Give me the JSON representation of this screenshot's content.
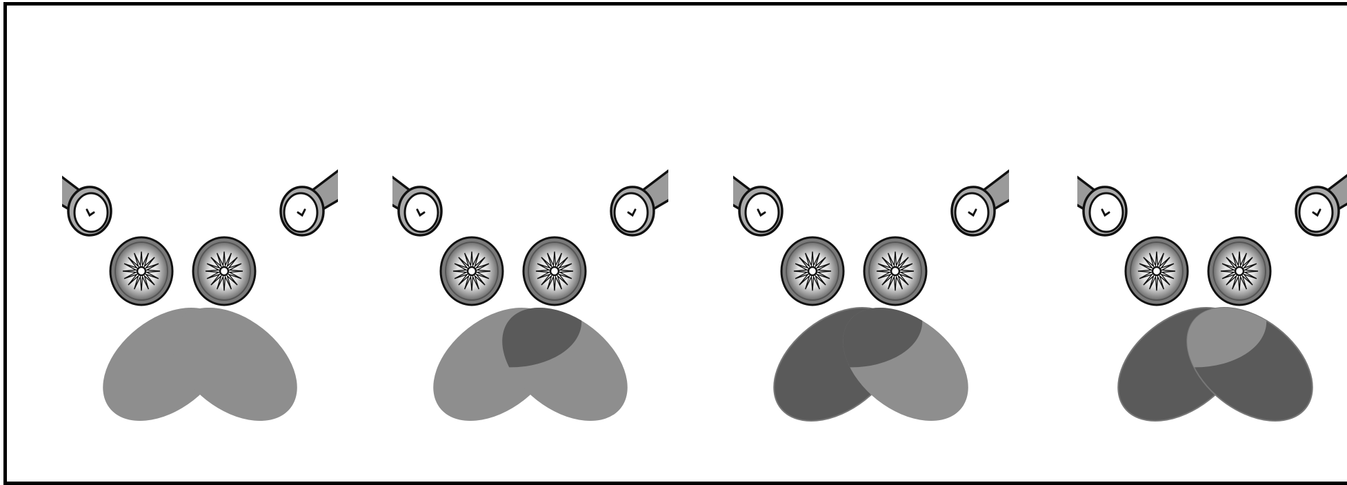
{
  "figure": {
    "panels": [
      {
        "left_beam": "light",
        "right_beam": "light",
        "overlap": "light"
      },
      {
        "left_beam": "light",
        "right_beam": "light",
        "overlap": "dark"
      },
      {
        "left_beam": "dark",
        "right_beam": "light",
        "overlap": "dark"
      },
      {
        "left_beam": "dark",
        "right_beam": "dark",
        "overlap": "light"
      }
    ],
    "colors": {
      "light": "#8e8e8e",
      "dark": "#5a5a5a",
      "flashlight_body": "#9a9a9a",
      "outline": "#111111"
    },
    "icons": [
      "flashlight-icon",
      "filter-disc-icon"
    ]
  }
}
